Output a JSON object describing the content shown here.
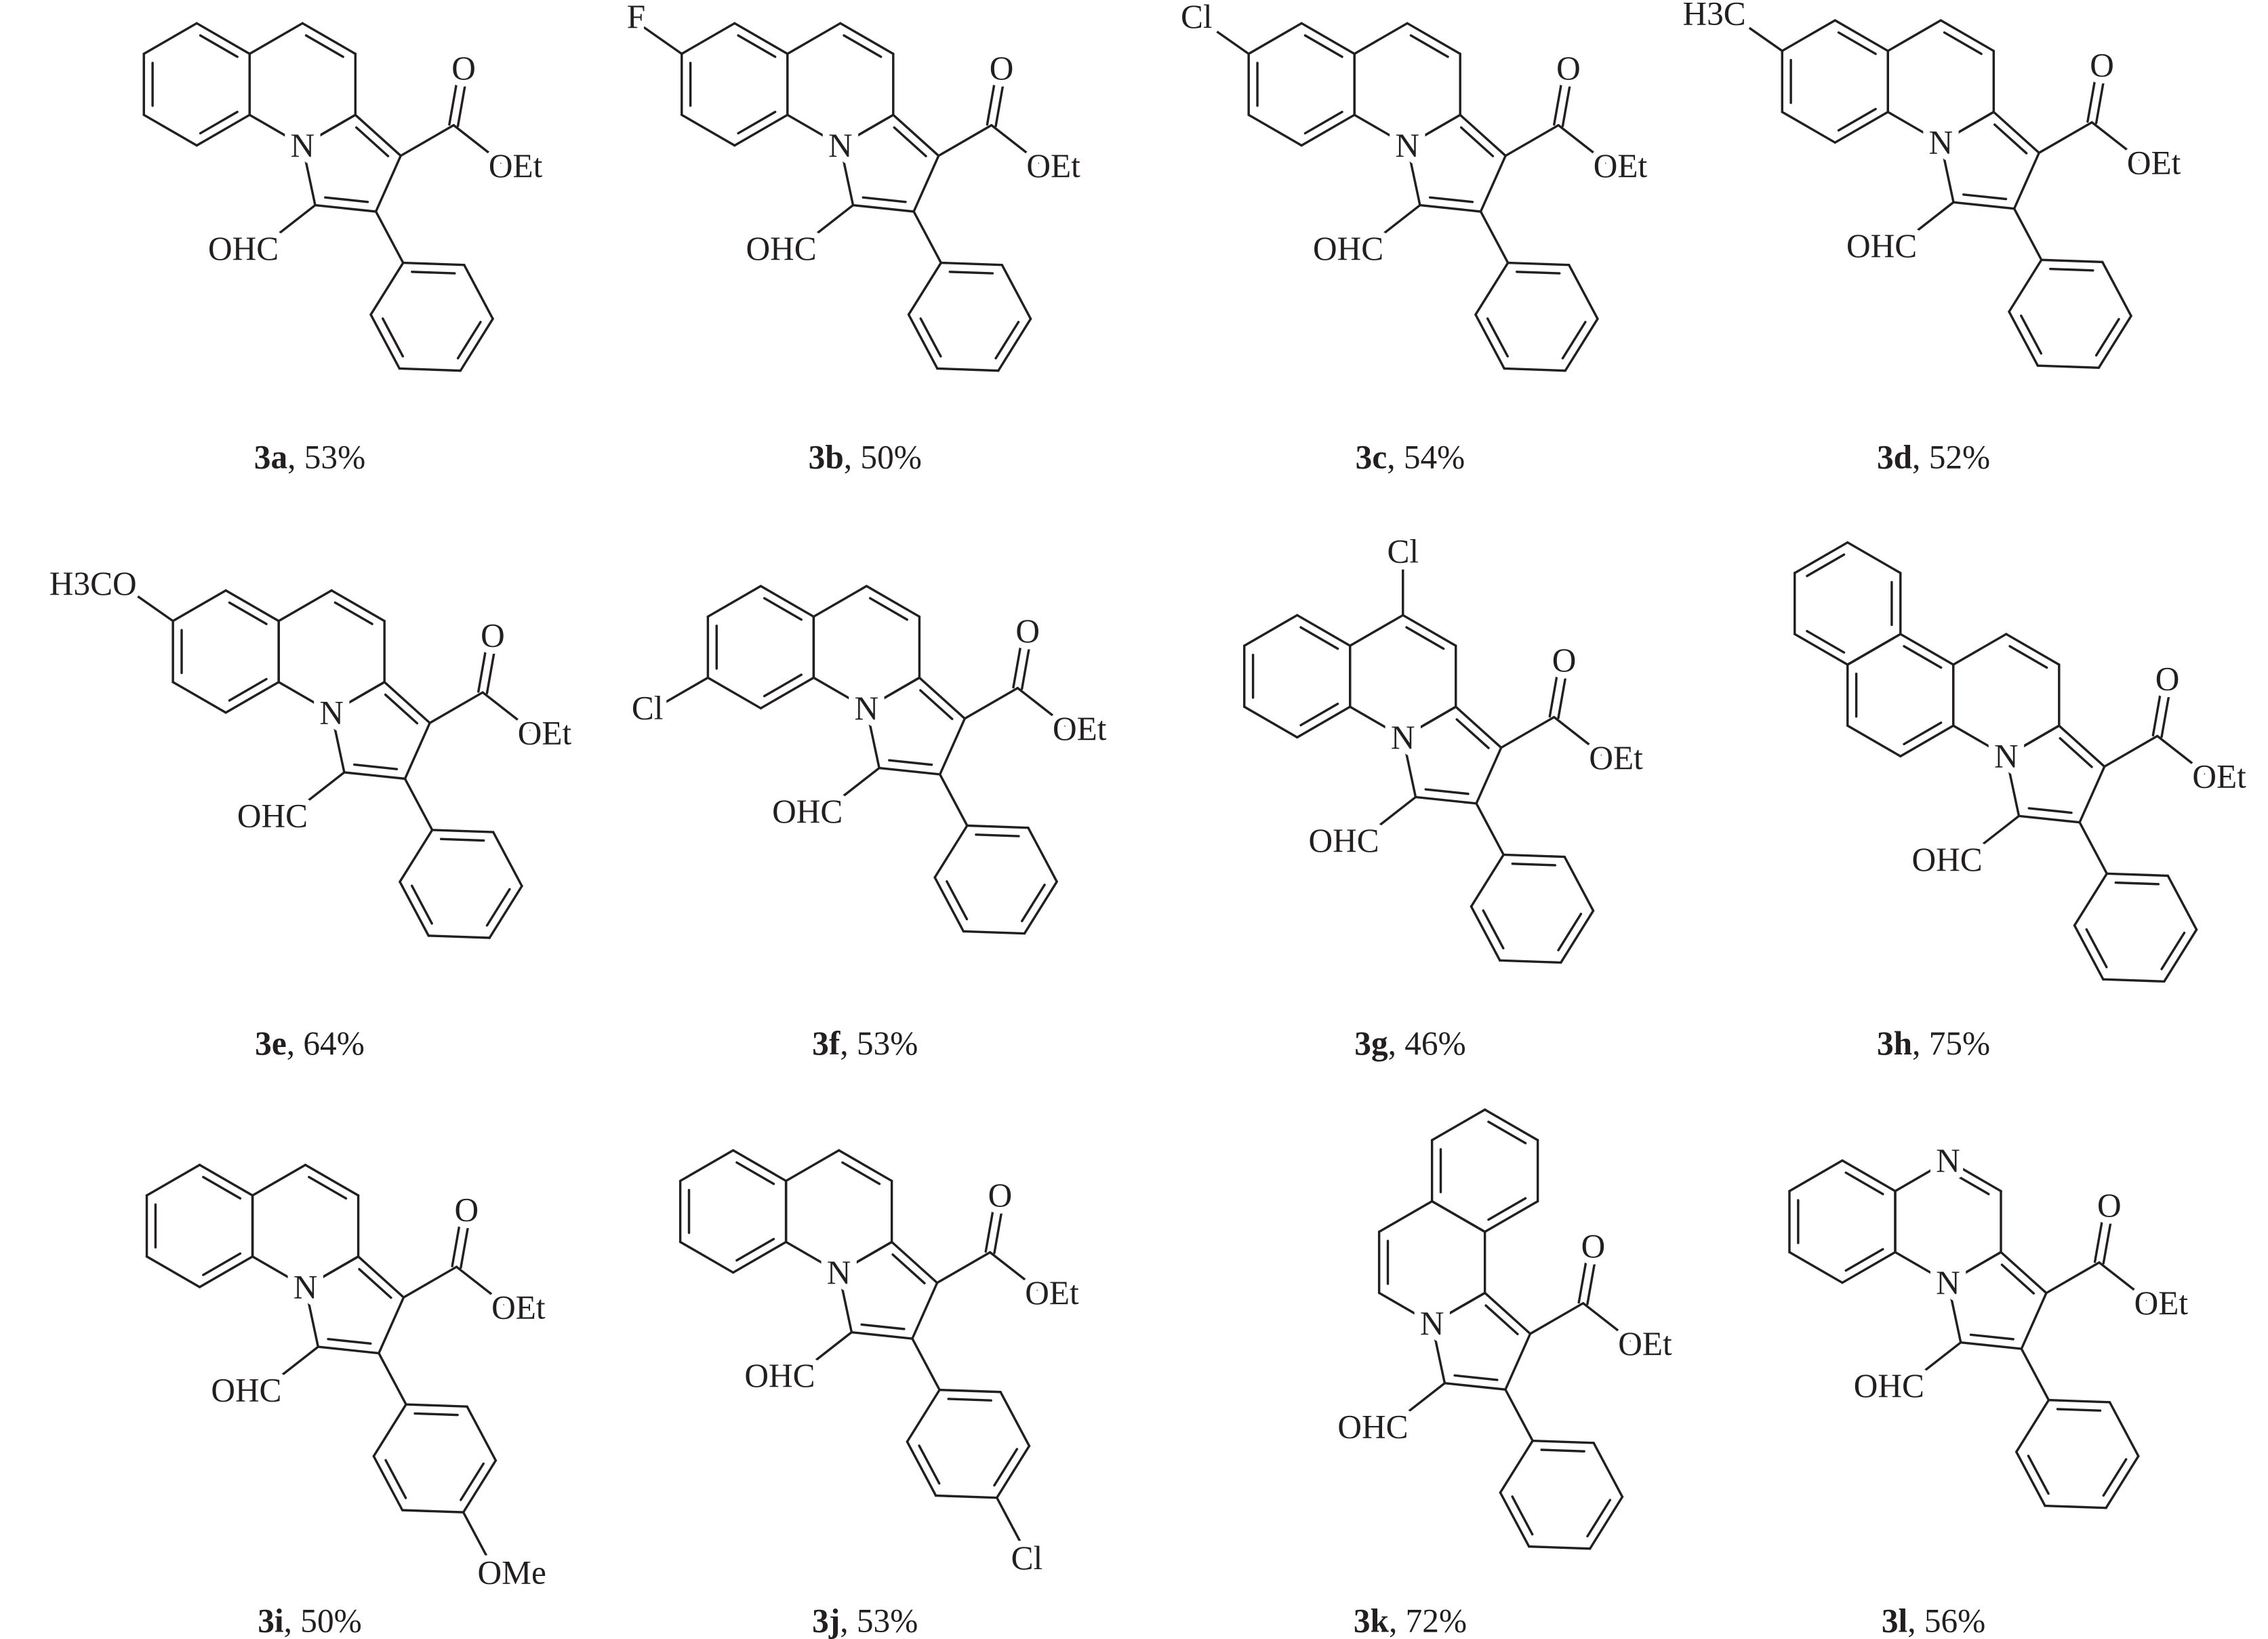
{
  "labels": {
    "nitrogen": "N",
    "formyl": "OHC",
    "carbonyl_o": "O",
    "ethoxy": "OEt"
  },
  "compounds": [
    {
      "id": "3a",
      "yield": "53%"
    },
    {
      "id": "3b",
      "yield": "50%",
      "substituent": "F"
    },
    {
      "id": "3c",
      "yield": "54%",
      "substituent": "Cl"
    },
    {
      "id": "3d",
      "yield": "52%",
      "substituent": "H3C"
    },
    {
      "id": "3e",
      "yield": "64%",
      "substituent": "H3CO"
    },
    {
      "id": "3f",
      "yield": "53%",
      "substituent": "Cl"
    },
    {
      "id": "3g",
      "yield": "46%",
      "substituent": "Cl"
    },
    {
      "id": "3h",
      "yield": "75%"
    },
    {
      "id": "3i",
      "yield": "50%",
      "substituent": "OMe"
    },
    {
      "id": "3j",
      "yield": "53%",
      "substituent": "Cl"
    },
    {
      "id": "3k",
      "yield": "72%"
    },
    {
      "id": "3l",
      "yield": "56%",
      "ring_atom": "N"
    }
  ]
}
